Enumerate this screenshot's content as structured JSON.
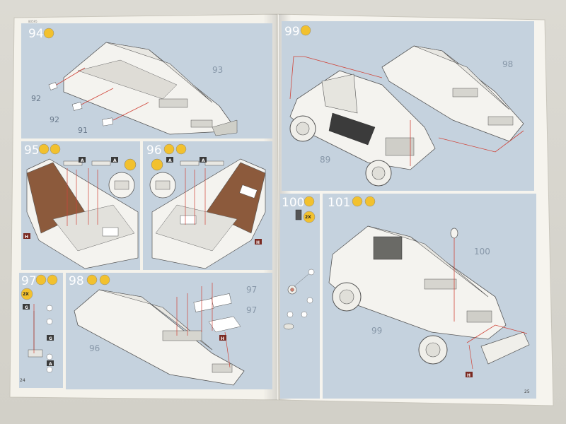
{
  "steps": [
    {
      "id": "94",
      "parts": [
        "92",
        "92",
        "91",
        "93"
      ]
    },
    {
      "id": "95",
      "flags": [
        "A",
        "A",
        "H"
      ]
    },
    {
      "id": "96",
      "flags": [
        "A",
        "A",
        "H"
      ]
    },
    {
      "id": "97",
      "multiplier": "2X",
      "flags": [
        "G",
        "G",
        "A"
      ]
    },
    {
      "id": "98",
      "parts": [
        "97",
        "97",
        "96"
      ],
      "flags": [
        "H"
      ]
    },
    {
      "id": "99",
      "parts": [
        "98",
        "89"
      ]
    },
    {
      "id": "100",
      "multiplier": "2X"
    },
    {
      "id": "101",
      "parts": [
        "100",
        "99"
      ],
      "flags": [
        "H"
      ]
    }
  ],
  "pages": {
    "left": "24",
    "right": "25"
  },
  "colors": {
    "panel": "#c5d2de",
    "page": "#f3f1ea",
    "model": "#f4f3ef",
    "interior_brown": "#8c5a3c",
    "arrow": "#d0453a",
    "badge_yellow": "#f2c12e",
    "flag_dark": "#3a3a3a",
    "flag_red": "#7a2a22"
  }
}
